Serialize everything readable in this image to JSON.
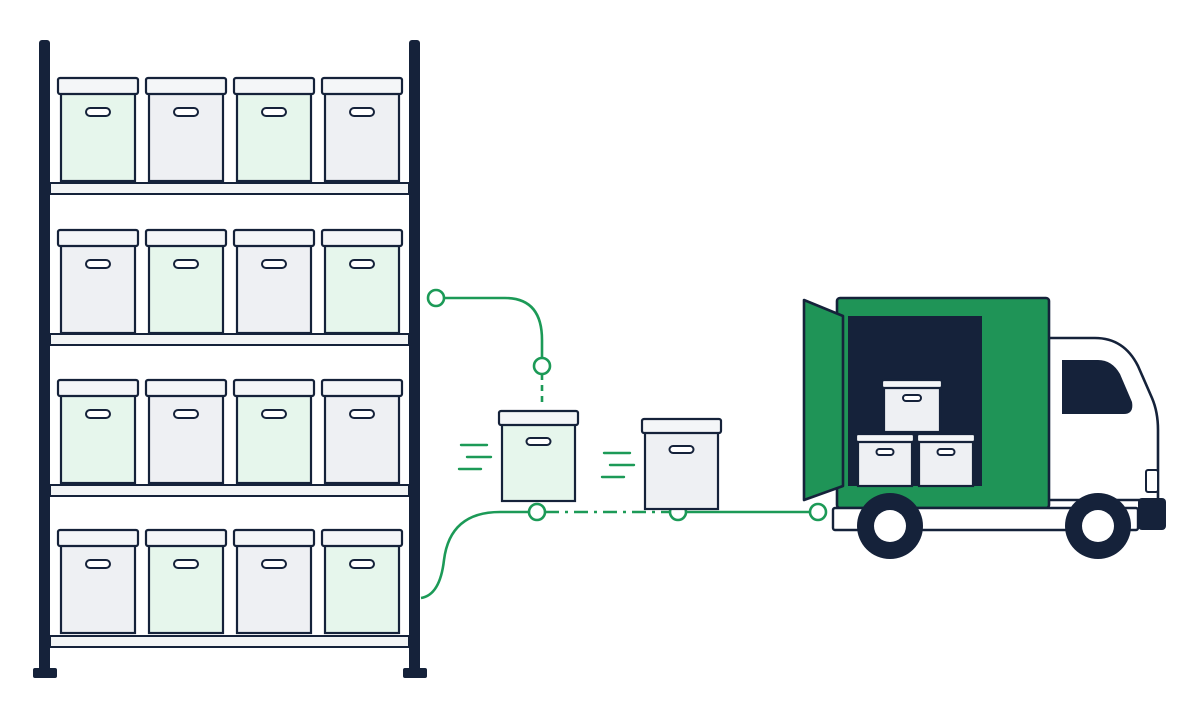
{
  "colors": {
    "outline": "#15223a",
    "shelf_fill": "#f2f4f5",
    "box_green": "#e6f6ec",
    "box_gray": "#eef0f3",
    "lid_fill": "#f4f6f8",
    "accent": "#1c9a57",
    "truck_green": "#1f9457",
    "truck_white": "#ffffff",
    "cargo_dark": "#15223a"
  },
  "shelf": {
    "rows": [
      [
        "green",
        "gray",
        "green",
        "gray"
      ],
      [
        "gray",
        "green",
        "gray",
        "green"
      ],
      [
        "green",
        "gray",
        "green",
        "gray"
      ],
      [
        "gray",
        "green",
        "gray",
        "green"
      ]
    ]
  },
  "moving_boxes": [
    "green",
    "gray"
  ],
  "truck": {
    "cargo_boxes": [
      "gray",
      "gray",
      "gray"
    ]
  },
  "icons": [
    "shelving-unit-icon",
    "storage-box-icon",
    "delivery-truck-icon",
    "route-path-icon"
  ]
}
